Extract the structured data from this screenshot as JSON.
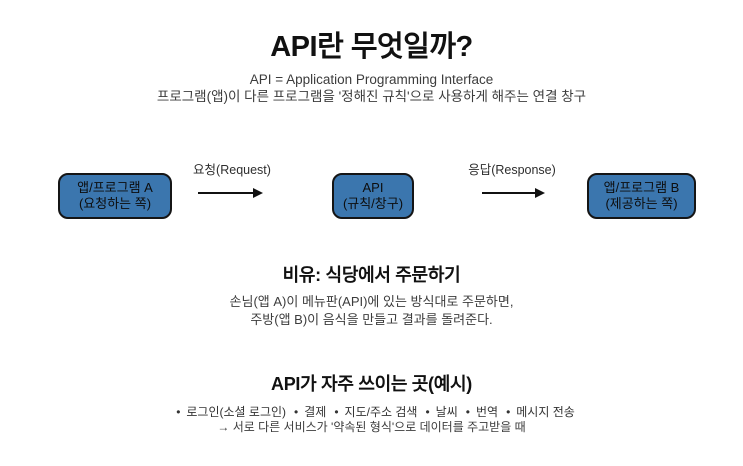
{
  "header": {
    "title": "API란 무엇일까?",
    "subtitle_line1": "API = Application Programming Interface",
    "subtitle_line2": "프로그램(앱)이 다른 프로그램을 '정해진 규칙'으로 사용하게 해주는 연결 창구"
  },
  "diagram": {
    "box_fill_color": "#3b76ae",
    "box_border_color": "#151515",
    "box_a": {
      "line1": "앱/프로그램 A",
      "line2": "(요청하는 쪽)"
    },
    "box_api": {
      "line1": "API",
      "line2": "(규칙/창구)"
    },
    "box_b": {
      "line1": "앱/프로그램 B",
      "line2": "(제공하는 쪽)"
    },
    "request_label": "요청(Request)",
    "response_label": "응답(Response)"
  },
  "analogy": {
    "heading": "비유: 식당에서 주문하기",
    "line1": "손님(앱 A)이 메뉴판(API)에 있는 방식대로 주문하면,",
    "line2": "주방(앱 B)이 음식을 만들고 결과를 돌려준다."
  },
  "usage": {
    "heading": "API가 자주 쓰이는 곳(예시)",
    "bullet": "•",
    "items": [
      "로그인(소셜 로그인)",
      "결제",
      "지도/주소 검색",
      "날씨",
      "번역",
      "메시지 전송"
    ],
    "note": "→ 서로 다른 서비스가 '약속된 형식'으로 데이터를 주고받을 때"
  }
}
